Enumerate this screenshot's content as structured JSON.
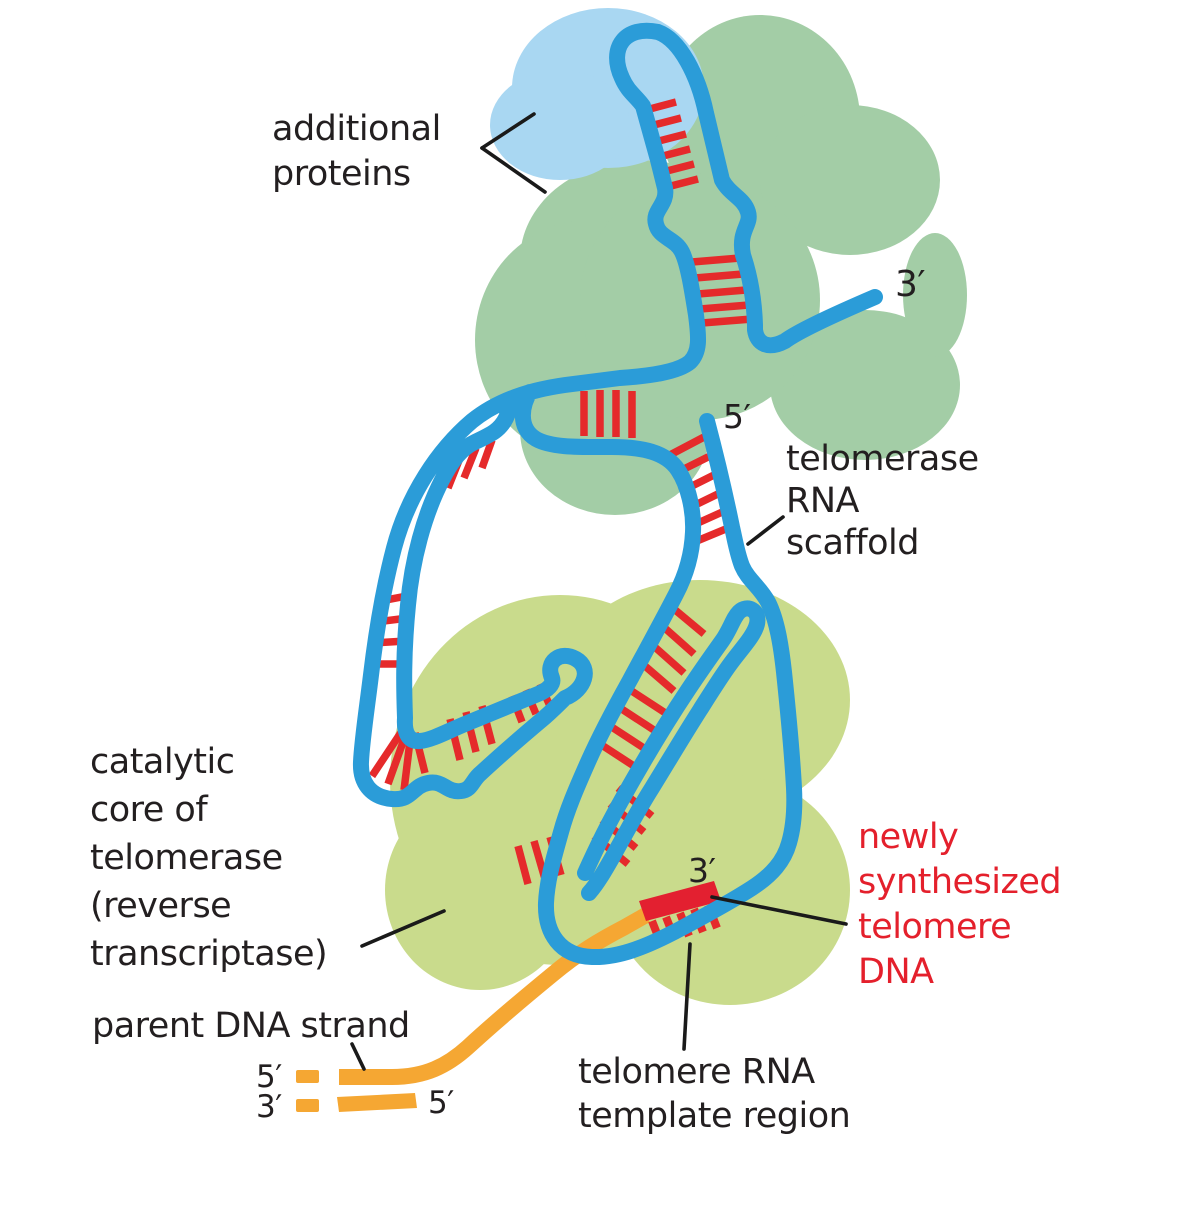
{
  "figure": {
    "title": "Structure of telomerase bound to parent DNA",
    "type": "biology-schematic"
  },
  "labels": {
    "additional_proteins": "additional\nproteins",
    "three_prime_top": "3′",
    "five_prime_scaffold": "5′",
    "telomerase_rna_scaffold": "telomerase\nRNA\nscaffold",
    "catalytic_core": "catalytic\ncore of\ntelomerase\n(reverse\ntranscriptase)",
    "parent_dna_strand": "parent DNA strand",
    "five_prime_parent_top": "5′",
    "three_prime_parent_bottom": "3′",
    "five_prime_parent_right": "5′",
    "telomere_rna_template_region": "telomere RNA\ntemplate region",
    "newly_synthesized_telomere_dna": "newly\nsynthesized\ntelomere\nDNA",
    "three_prime_new_dna": "3′"
  },
  "colors": {
    "rna_strand_blue": "#2b9cd8",
    "base_pair_red": "#e52a2b",
    "accessory_protein_blue": "#a9d7f2",
    "additional_protein_green": "#a3cda6",
    "catalytic_core_green": "#c9db8c",
    "parent_dna_orange": "#f5a733",
    "new_dna_red": "#e32030",
    "text_black": "#231f20"
  }
}
